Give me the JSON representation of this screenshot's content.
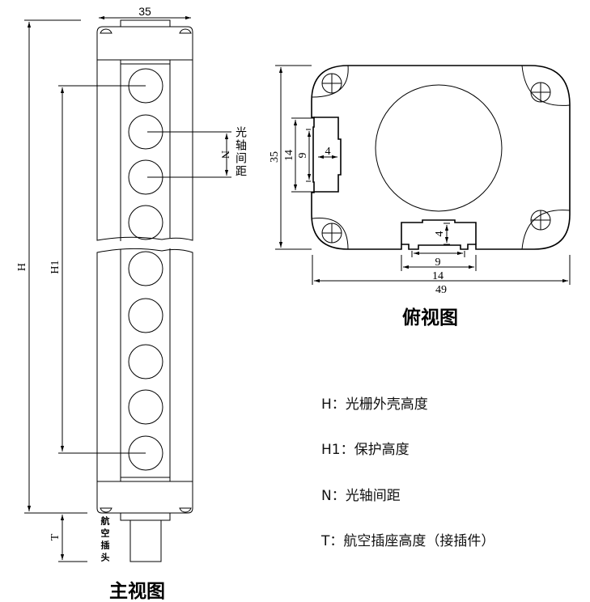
{
  "front_view": {
    "title": "主视图",
    "width_dim": "35",
    "h_dim": "H",
    "h1_dim": "H1",
    "n_dim": "N",
    "t_dim": "T",
    "axis_spacing_label": "光轴间距",
    "connector_label": "航空插头",
    "beam_count": 9
  },
  "top_view": {
    "title": "俯视图",
    "dims": {
      "height": "35",
      "slot_outer": "14",
      "slot_inner": "9",
      "slot_depth": "4",
      "bottom_inner": "9",
      "bottom_outer": "14",
      "bottom_depth": "4",
      "width": "49"
    }
  },
  "legend": [
    "H：光栅外壳高度",
    "H1：保护高度",
    "N：光轴间距",
    "T：航空插座高度（接插件）"
  ]
}
